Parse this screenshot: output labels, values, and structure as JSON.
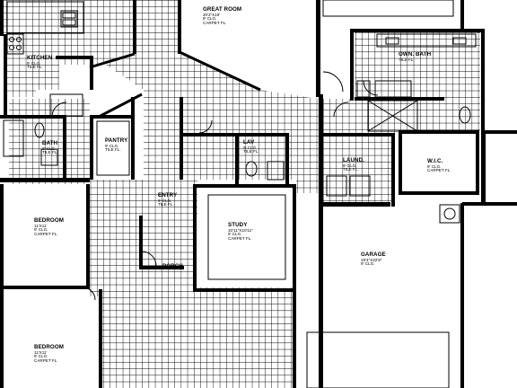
{
  "rooms": {
    "great_room": {
      "name": "GREAT ROOM",
      "dims": "20'2\"X19'",
      "ceiling": "9' CLG.",
      "floor": "CARPET FL."
    },
    "kitchen": {
      "name": "KITCHEN",
      "dims": "",
      "ceiling": "9' CLG.",
      "floor": "TILE FL."
    },
    "owner_bath": {
      "name": "OWN. BATH",
      "dims": "",
      "ceiling": "",
      "floor": "TILE FL."
    },
    "bath": {
      "name": "BATH",
      "dims": "",
      "ceiling": "9' CLG.",
      "floor": "TILE FL."
    },
    "pantry": {
      "name": "PANTRY",
      "dims": "",
      "ceiling": "9' CLG.",
      "floor": "TILE FL."
    },
    "lav": {
      "name": "LAV",
      "dims": "",
      "ceiling": "9' CLG.",
      "floor": "TILE FL."
    },
    "laundry": {
      "name": "LAUND.",
      "dims": "",
      "ceiling": "9' CLG.",
      "floor": "TILE FL."
    },
    "wic": {
      "name": "W.I.C.",
      "dims": "",
      "ceiling": "9' CLG.",
      "floor": "CARPET FL."
    },
    "entry": {
      "name": "ENTRY",
      "dims": "",
      "ceiling": "9' CLG.",
      "floor": "TILE FL."
    },
    "study": {
      "name": "STUDY",
      "dims": "10'11\"X10'11\"",
      "ceiling": "9' CLG.",
      "floor": "CARPET FL."
    },
    "garage": {
      "name": "GARAGE",
      "dims": "19'4\"X22'8\"",
      "ceiling": "9' CLG.",
      "floor": ""
    },
    "bedroom_1": {
      "name": "BEDROOM",
      "dims": "11'X11'",
      "ceiling": "9' CLG.",
      "floor": "CARPET FL."
    },
    "bedroom_2": {
      "name": "BEDROOM",
      "dims": "11'X11'",
      "ceiling": "9' CLG.",
      "floor": "CARPET FL."
    },
    "porch": {
      "name": "PORCH",
      "dims": "",
      "ceiling": "",
      "floor": ""
    }
  },
  "colors": {
    "wall": "#000000",
    "tile_grid": "#000000",
    "background": "#ffffff"
  }
}
